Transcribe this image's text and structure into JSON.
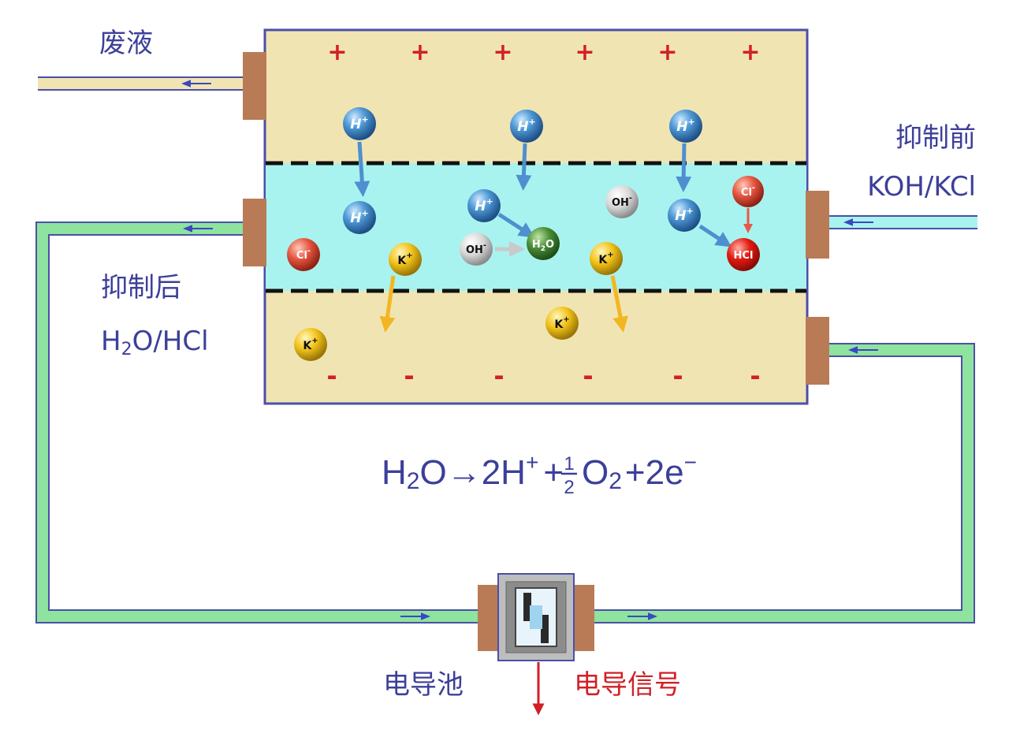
{
  "labels": {
    "waste": "废液",
    "before_suppression": "抑制前",
    "before_solution": "KOH/KCl",
    "after_suppression": "抑制后",
    "after_solution": "H2O/HCl",
    "conductivity_cell": "电导池",
    "conductivity_signal": "电导信号"
  },
  "equation": {
    "h2o": "H",
    "h2o_sub": "2",
    "h2o_o": "O→2H",
    "h_sup": "+",
    "plus1": "+",
    "half_num": "1",
    "half_den": "2",
    "o2": "O",
    "o2_sub": "2",
    "plus2": "+2e",
    "e_sup": "−"
  },
  "electrode": {
    "positive_sign": "+",
    "negative_sign": "-"
  },
  "ions": {
    "h_plus": "H",
    "h_plus_sup": "+",
    "oh_minus": "OH",
    "oh_minus_sup": "-",
    "cl_minus": "Cl",
    "cl_minus_sup": "-",
    "k_plus": "K",
    "k_plus_sup": "+",
    "water": "H",
    "water_sub": "2",
    "water_o": "O",
    "hcl": "HCl"
  },
  "colors": {
    "frame": "#4b4fa8",
    "chamber": "#f1e4b3",
    "channel": "#a8f3ef",
    "connector": "#b97b55",
    "tube_green": "#8ee39e",
    "h_ion": "#3d86c6",
    "oh_ion": "#cfcfcf",
    "cl_ion": "#e2584a",
    "k_ion": "#f0c419",
    "water_mol": "#3f8a34",
    "hcl_mol": "#e01818",
    "text_blue": "#3c3f9a",
    "text_red": "#d21f26"
  }
}
